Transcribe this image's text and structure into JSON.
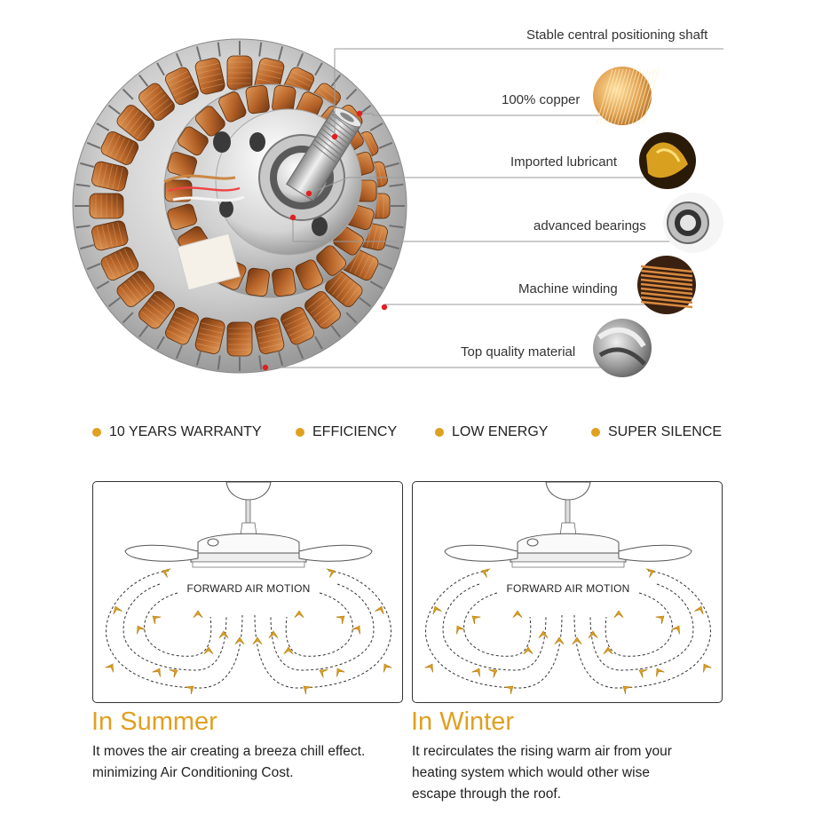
{
  "callouts": [
    {
      "label": "Stable central positioning shaft"
    },
    {
      "label": "100% copper"
    },
    {
      "label": "Imported lubricant"
    },
    {
      "label": "advanced bearings"
    },
    {
      "label": "Machine winding"
    },
    {
      "label": "Top quality material"
    }
  ],
  "features": [
    {
      "label": "10 YEARS WARRANTY"
    },
    {
      "label": "EFFICIENCY"
    },
    {
      "label": "LOW ENERGY"
    },
    {
      "label": "SUPER SILENCE"
    }
  ],
  "panels": [
    {
      "label": "FORWARD AIR MOTION"
    },
    {
      "label": "FORWARD AIR MOTION"
    }
  ],
  "seasons": {
    "summer": {
      "title": "In Summer",
      "line1": "It moves the air creating a breeza chill effect.",
      "line2": "minimizing Air Conditioning Cost."
    },
    "winter": {
      "title": "In Winter",
      "line1": "It recirculates the rising warm air from your",
      "line2": "heating system which would other wise",
      "line3": "escape through the roof."
    }
  },
  "colors": {
    "accent": "#e0a020",
    "copper": "#b8652a",
    "leader_dot": "#e02020"
  }
}
